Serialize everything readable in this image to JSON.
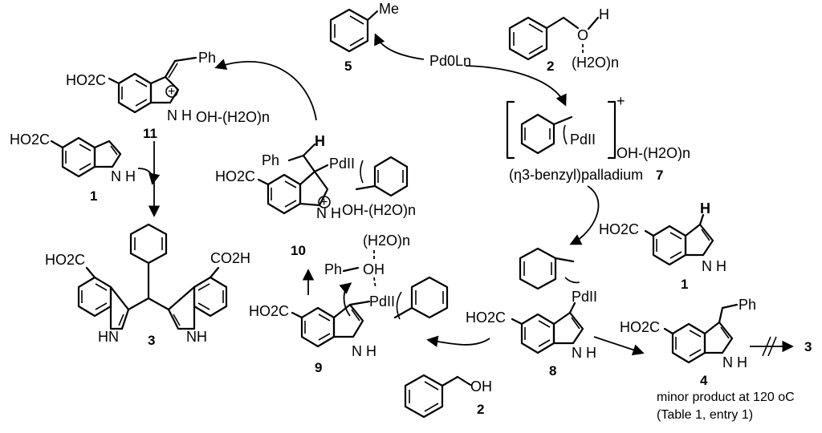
{
  "compounds": {
    "toluene": {
      "number": "5",
      "substituent": "Me"
    },
    "benzyl_alcohol_top": {
      "number": "2",
      "oh": "O",
      "h": "H",
      "water": "(H2O)n"
    },
    "benzyl_alcohol_bottom": {
      "number": "2",
      "oh": "OH"
    },
    "pd0": {
      "label": "Pd0Ln"
    },
    "eta3": {
      "number": "7",
      "pd": "PdII",
      "charge": "+",
      "counterion": "OH-(H2O)n",
      "caption": "(η3-benzyl)palladium"
    },
    "indole_top_left": {
      "number": "1",
      "acid": "HO2C",
      "nh": "N H"
    },
    "indole_right": {
      "number": "1",
      "acid": "HO2C",
      "h": "H",
      "nh": "N H"
    },
    "cmpd11": {
      "number": "11",
      "acid": "HO2C",
      "ph": "Ph",
      "plus": "+",
      "nh": "N H",
      "counterion": "OH-(H2O)n"
    },
    "cmpd10": {
      "number": "10",
      "acid": "HO2C",
      "ph": "Ph",
      "h": "H",
      "pd": "PdII",
      "plus": "+",
      "nh": "N H",
      "counterion": "OH-(H2O)n"
    },
    "cmpd9": {
      "number": "9",
      "acid": "HO2C",
      "ph": "Ph",
      "water": "(H2O)n",
      "oh": "OH",
      "pd": "PdII",
      "nh": "N H"
    },
    "cmpd8": {
      "number": "8",
      "acid": "HO2C",
      "pd": "PdII",
      "nh": "N H"
    },
    "cmpd3": {
      "number": "3",
      "acid_left": "HO2C",
      "acid_right": "CO2H",
      "hn_left": "HN",
      "nh_right": "NH"
    },
    "cmpd4": {
      "number": "4",
      "acid": "HO2C",
      "ph": "Ph",
      "nh": "N H",
      "target": "3",
      "note1": "minor product at 120 oC",
      "note2": "(Table 1, entry 1)"
    }
  }
}
